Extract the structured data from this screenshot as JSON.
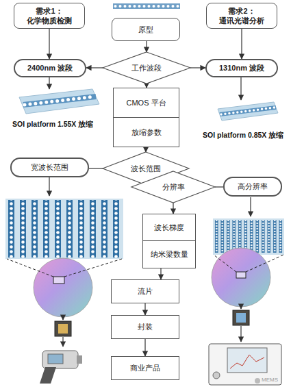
{
  "diagram": {
    "nodes": [
      {
        "text": [
          "需求1： 化学物质检测"
        ]
      },
      {
        "text": [
          "原型"
        ]
      },
      {
        "text": [
          "需求2： 通讯光谱分析"
        ]
      },
      {
        "text": [
          "2400nm 波段"
        ]
      },
      {
        "text": [
          "工作波段"
        ]
      },
      {
        "text": [
          "1310nm 波段"
        ]
      },
      {
        "text": [
          "CMOS 平台"
        ]
      },
      {
        "text": [
          "放缩参数"
        ]
      },
      {
        "text": [
          "宽波长范围"
        ]
      },
      {
        "text": [
          "波长范围"
        ]
      },
      {
        "text": [
          "分辨率"
        ]
      },
      {
        "text": [
          "高分辨率"
        ]
      },
      {
        "text": [
          "波长梯度"
        ]
      },
      {
        "text": [
          "纳米梁数量"
        ]
      },
      {
        "text": [
          "流片"
        ]
      },
      {
        "text": [
          "封装"
        ]
      },
      {
        "text": [
          "商业产品"
        ]
      }
    ],
    "edges": [
      {
        "from": 0,
        "to": 3,
        "arrow": "to"
      },
      {
        "from": 2,
        "to": 5,
        "arrow": "to"
      },
      {
        "from": 1,
        "to": 4,
        "arrow": "to"
      },
      {
        "from": 4,
        "to": 3,
        "arrow": "to"
      },
      {
        "from": 4,
        "to": 5,
        "arrow": "to"
      },
      {
        "from": 4,
        "to": 6,
        "arrow": "to"
      },
      {
        "from": 7,
        "to": 9,
        "arrow": "to"
      },
      {
        "from": 9,
        "to": 8,
        "arrow": "none"
      },
      {
        "from": 10,
        "to": 11,
        "arrow": "none"
      },
      {
        "from": 10,
        "to": 12,
        "arrow": "to"
      },
      {
        "from": 13,
        "to": 14,
        "arrow": "to"
      },
      {
        "from": 14,
        "to": 15,
        "arrow": "to"
      },
      {
        "from": 15,
        "to": 16,
        "arrow": "to"
      }
    ],
    "labels": [
      "SOI platform 1.55X 放缩",
      "SOI platform 0.85X 放缩",
      "MEMS"
    ]
  }
}
